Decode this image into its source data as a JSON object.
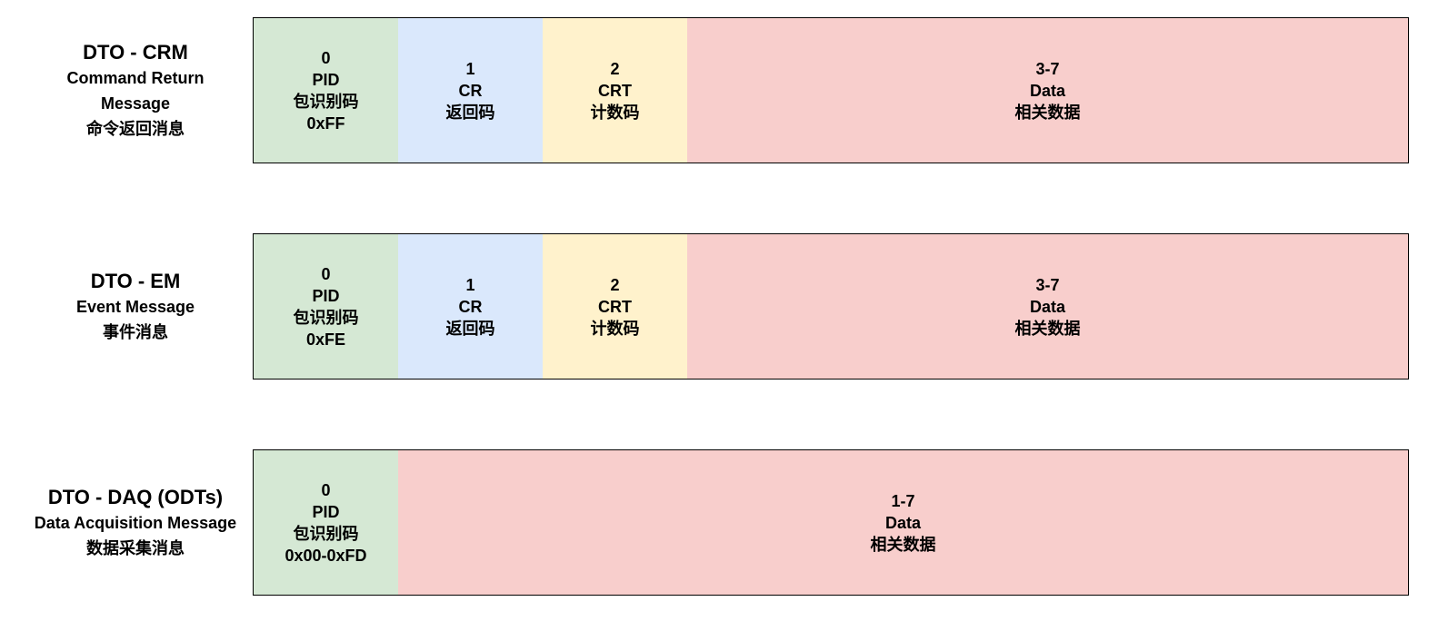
{
  "colors": {
    "pid": "#d5e8d4",
    "cr": "#dae8fc",
    "crt": "#fff2cc",
    "data": "#f8cecc",
    "border": "#000000"
  },
  "rows": [
    {
      "title": "DTO - CRM",
      "subtitle_1": "Command Return",
      "subtitle_2": "Message",
      "chinese": "命令返回消息",
      "fields": {
        "pid": {
          "index": "0",
          "name": "PID",
          "cn": "包识别码",
          "value": "0xFF"
        },
        "cr": {
          "index": "1",
          "name": "CR",
          "cn": "返回码"
        },
        "crt": {
          "index": "2",
          "name": "CRT",
          "cn": "计数码"
        },
        "data": {
          "index": "3-7",
          "name": "Data",
          "cn": "相关数据"
        }
      }
    },
    {
      "title": "DTO - EM",
      "subtitle": "Event Message",
      "chinese": "事件消息",
      "fields": {
        "pid": {
          "index": "0",
          "name": "PID",
          "cn": "包识别码",
          "value": "0xFE"
        },
        "cr": {
          "index": "1",
          "name": "CR",
          "cn": "返回码"
        },
        "crt": {
          "index": "2",
          "name": "CRT",
          "cn": "计数码"
        },
        "data": {
          "index": "3-7",
          "name": "Data",
          "cn": "相关数据"
        }
      }
    },
    {
      "title": "DTO - DAQ (ODTs)",
      "subtitle": "Data Acquisition Message",
      "chinese": "数据采集消息",
      "fields": {
        "pid": {
          "index": "0",
          "name": "PID",
          "cn": "包识别码",
          "value": "0x00-0xFD"
        },
        "data": {
          "index": "1-7",
          "name": "Data",
          "cn": "相关数据"
        }
      }
    }
  ]
}
